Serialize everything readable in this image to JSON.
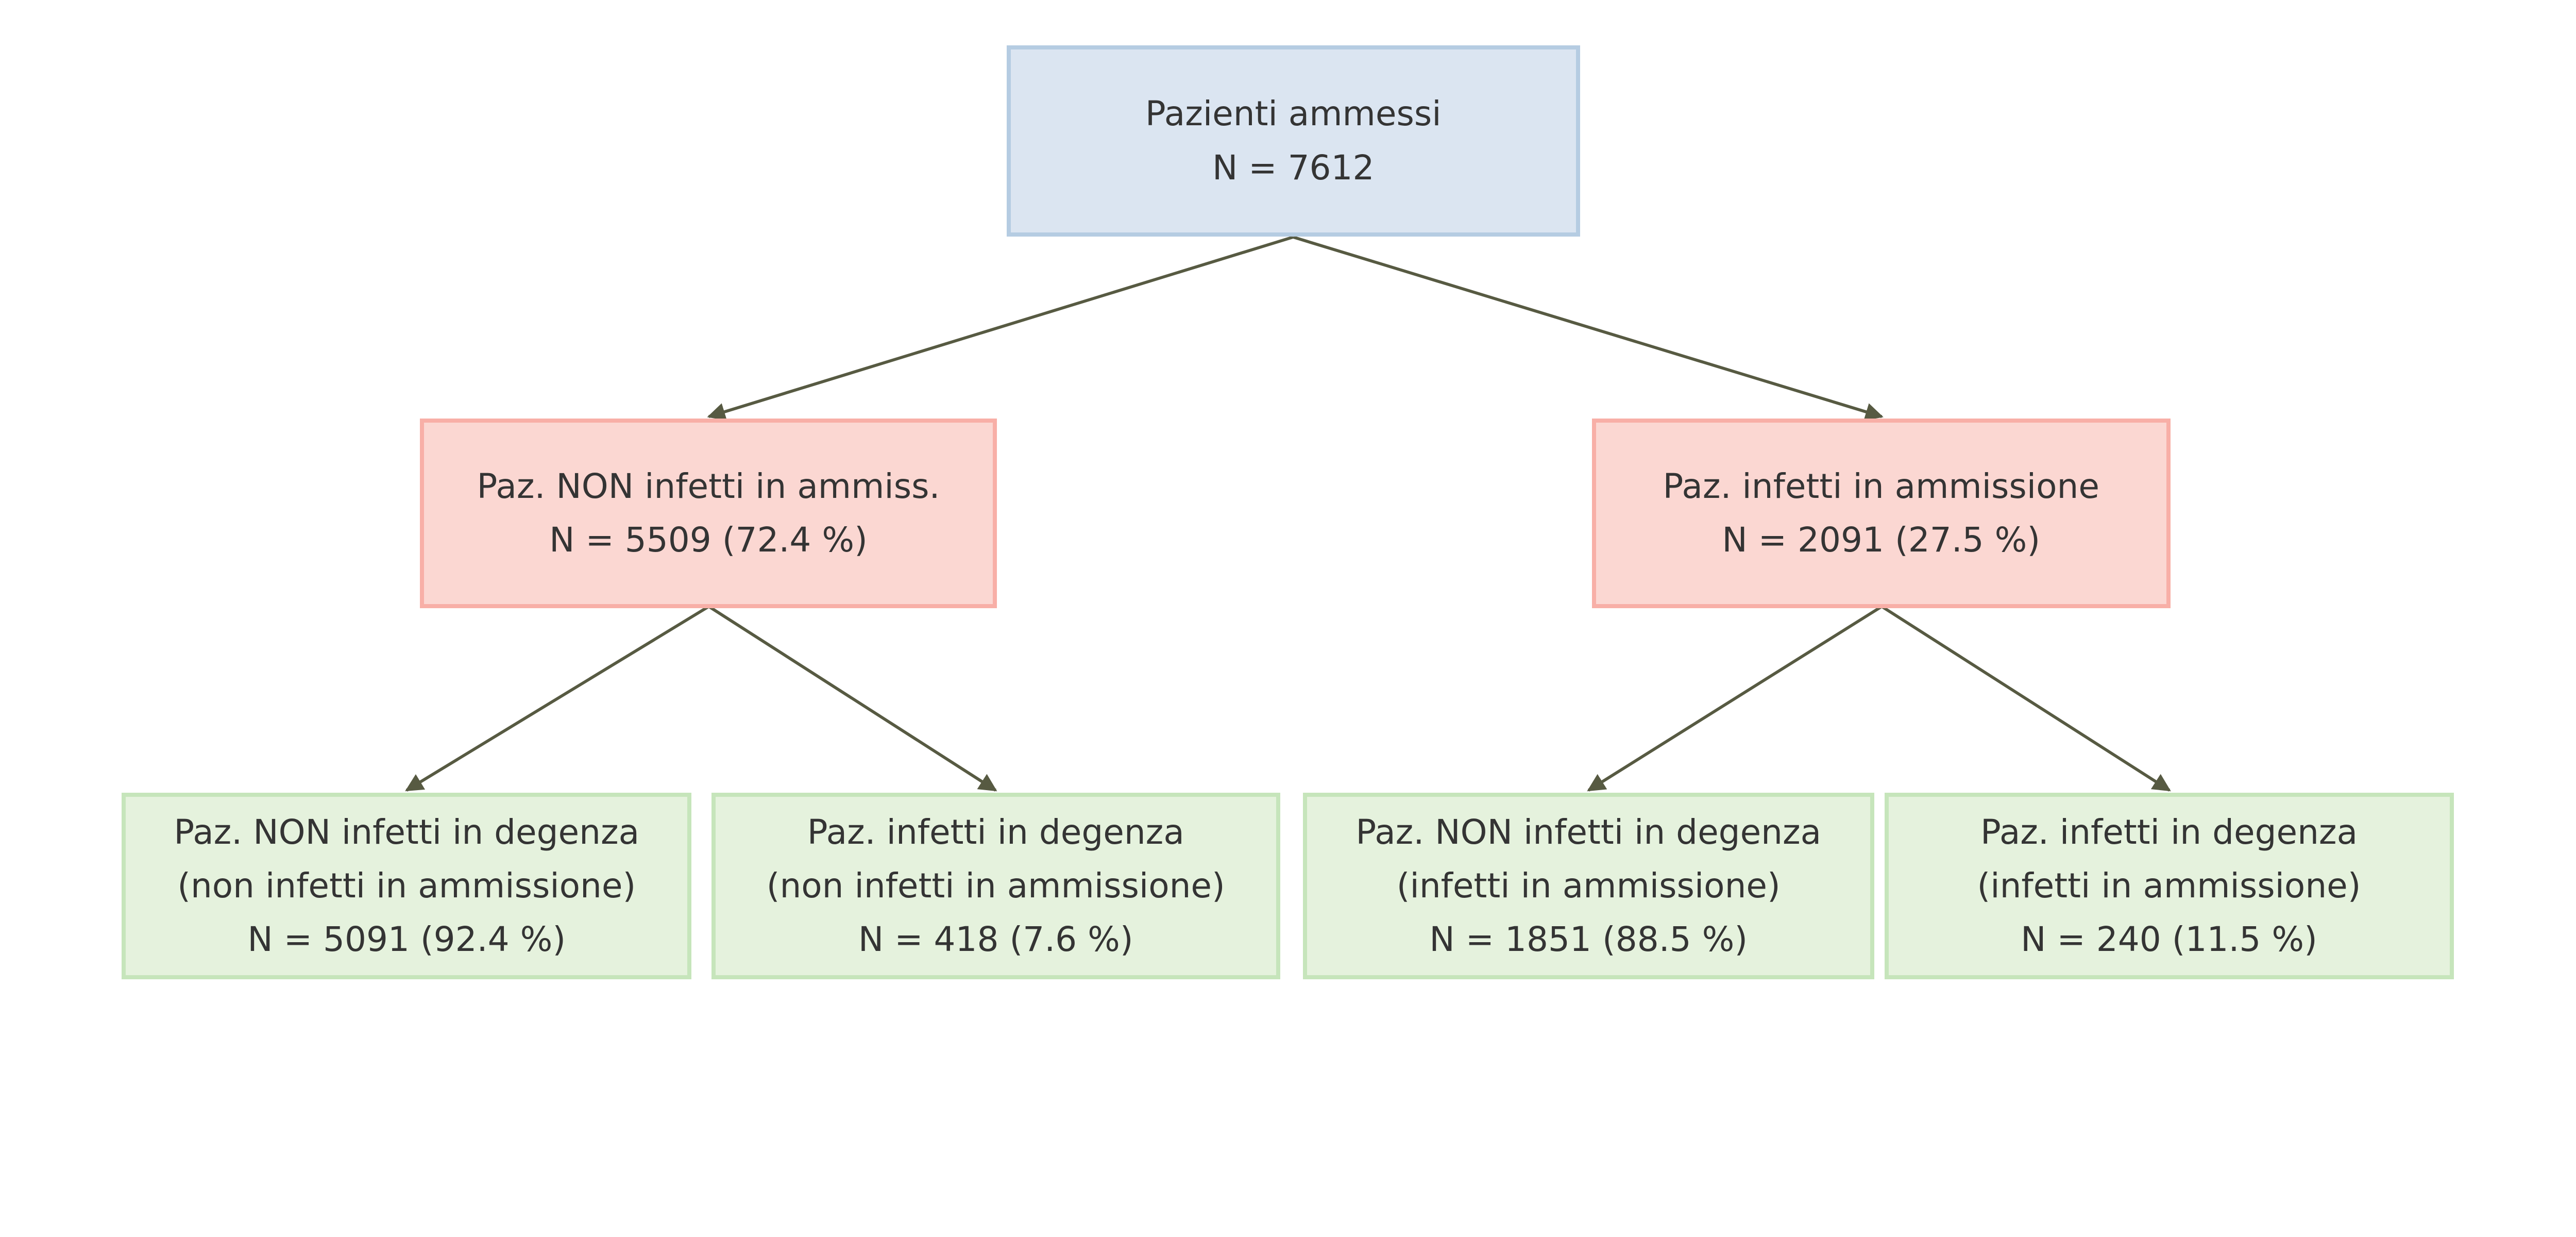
{
  "diagram": {
    "background": "#ffffff",
    "arrow_color": "#575a42",
    "text_color": "#343434"
  },
  "nodes": {
    "root": {
      "label": "Pazienti ammessi",
      "count": "N = 7612",
      "fill": "#dbe5f1",
      "border": "#b5cce2"
    },
    "left": {
      "label": "Paz. NON infetti in ammiss.",
      "count": "N = 5509 (72.4 %)",
      "fill": "#fbd7d2",
      "border": "#f8afa7"
    },
    "right": {
      "label": "Paz. infetti in ammissione",
      "count": "N = 2091 (27.5 %)",
      "fill": "#fbd7d2",
      "border": "#f8afa7"
    },
    "left_left": {
      "label": "Paz. NON infetti in degenza",
      "sublabel": "(non infetti in ammissione)",
      "count": "N = 5091 (92.4 %)",
      "fill": "#e5f2dd",
      "border": "#c6e5bb"
    },
    "left_right": {
      "label": "Paz. infetti in degenza",
      "sublabel": "(non infetti in ammissione)",
      "count": "N = 418 (7.6 %)",
      "fill": "#e5f2dd",
      "border": "#c6e5bb"
    },
    "right_left": {
      "label": "Paz. NON infetti in degenza",
      "sublabel": "(infetti in ammissione)",
      "count": "N = 1851 (88.5 %)",
      "fill": "#e5f2dd",
      "border": "#c6e5bb"
    },
    "right_right": {
      "label": "Paz. infetti in degenza",
      "sublabel": "(infetti in ammissione)",
      "count": "N = 240 (11.5 %)",
      "fill": "#e5f2dd",
      "border": "#c6e5bb"
    }
  },
  "edges": [
    {
      "from": "root",
      "to": "left"
    },
    {
      "from": "root",
      "to": "right"
    },
    {
      "from": "left",
      "to": "left_left"
    },
    {
      "from": "left",
      "to": "left_right"
    },
    {
      "from": "right",
      "to": "right_left"
    },
    {
      "from": "right",
      "to": "right_right"
    }
  ]
}
